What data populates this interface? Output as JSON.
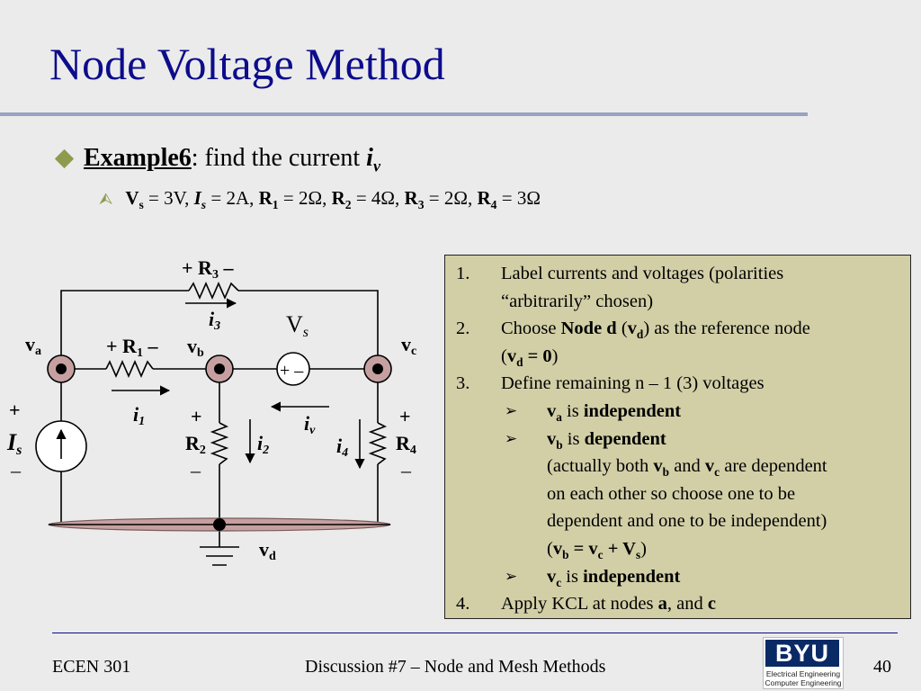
{
  "title": "Node Voltage Method",
  "bullet1": {
    "example_label": "Example6",
    "colon_text": ": find the current ",
    "var_i": "i",
    "var_sub": "v"
  },
  "bullet2": {
    "vs_label": "V",
    "vs_sub": "s",
    "vs_val": " = 3V, ",
    "is_label": "I",
    "is_sub": "s",
    "is_val": " = 2A, ",
    "r1_label": "R",
    "r1_sub": "1",
    "r1_val": " = 2Ω, ",
    "r2_label": "R",
    "r2_sub": "2",
    "r2_val": " = 4Ω, ",
    "r3_label": "R",
    "r3_sub": "3",
    "r3_val": " = 2Ω, ",
    "r4_label": "R",
    "r4_sub": "4",
    "r4_val": " = 3Ω"
  },
  "circuit": {
    "r3_plus": "+ ",
    "r3_name": "R",
    "r3_sub": "3",
    "r3_minus": " –",
    "i3_name": "i",
    "i3_sub": "3",
    "vs_name": "V",
    "vs_sub": "s",
    "vs_polarity": "+  –",
    "va_name": "v",
    "va_sub": "a",
    "r1_plus": "+ ",
    "r1_name": "R",
    "r1_sub": "1",
    "r1_minus": " –",
    "vb_name": "v",
    "vb_sub": "b",
    "vc_name": "v",
    "vc_sub": "c",
    "i1_name": "i",
    "i1_sub": "1",
    "iv_name": "i",
    "iv_sub": "v",
    "is_plus": "+",
    "is_name": "I",
    "is_sub": "s",
    "is_minus": "–",
    "r2_plus": "+",
    "r2_name": "R",
    "r2_sub": "2",
    "r2_minus": "–",
    "i2_name": "i",
    "i2_sub": "2",
    "i4_name": "i",
    "i4_sub": "4",
    "r4_plus": "+",
    "r4_name": "R",
    "r4_sub": "4",
    "r4_minus": "–",
    "vd_name": "v",
    "vd_sub": "d"
  },
  "steps": {
    "s1_num": "1.",
    "s1_a": "Label currents and voltages (polarities",
    "s1_b": "“arbitrarily” chosen)",
    "s2_num": "2.",
    "s2_a_pre": "Choose ",
    "s2_a_bold": "Node d",
    "s2_a_mid": " (",
    "s2_a_v": "v",
    "s2_a_sub": "d",
    "s2_a_post": ") as the reference node",
    "s2_b_pre": "(",
    "s2_b_v": "v",
    "s2_b_sub": "d",
    "s2_b_eq": " = 0",
    "s2_b_post": ")",
    "s3_num": "3.",
    "s3_a": "Define remaining n – 1 (3) voltages",
    "chev": "➢",
    "sub1_v": "v",
    "sub1_sub": "a",
    "sub1_mid": " is ",
    "sub1_bold": "independent",
    "sub2_v": "v",
    "sub2_sub": "b",
    "sub2_mid": " is ",
    "sub2_bold": "dependent",
    "note1_pre": "(actually both ",
    "note1_vb": "v",
    "note1_vb_sub": "b",
    "note1_and": " and ",
    "note1_vc": "v",
    "note1_vc_sub": "c",
    "note1_post": " are dependent",
    "note2": "on each other so choose one to be",
    "note3": "dependent and one to be independent)",
    "note4_pre": "(",
    "note4_vb": "v",
    "note4_vb_sub": "b",
    "note4_eq": " = v",
    "note4_c_sub": "c",
    "note4_plus": " + V",
    "note4_s_sub": "s",
    "note4_post": ")",
    "sub3_v": "v",
    "sub3_sub": "c",
    "sub3_mid": " is ",
    "sub3_bold": "independent",
    "s4_num": "4.",
    "s4_pre": "Apply KCL at nodes ",
    "s4_a": "a",
    "s4_mid": ", and ",
    "s4_c": "c"
  },
  "footer": {
    "left": "ECEN 301",
    "center": "Discussion #7 – Node and Mesh Methods",
    "page": "40"
  },
  "logo": {
    "main": "BYU",
    "line1": "Electrical Engineering",
    "line2": "Computer Engineering"
  },
  "colors": {
    "title": "#0c0c8c",
    "bullet": "#8e9a4e",
    "node": "#c6a0a0",
    "box": "#d2cfa7"
  }
}
